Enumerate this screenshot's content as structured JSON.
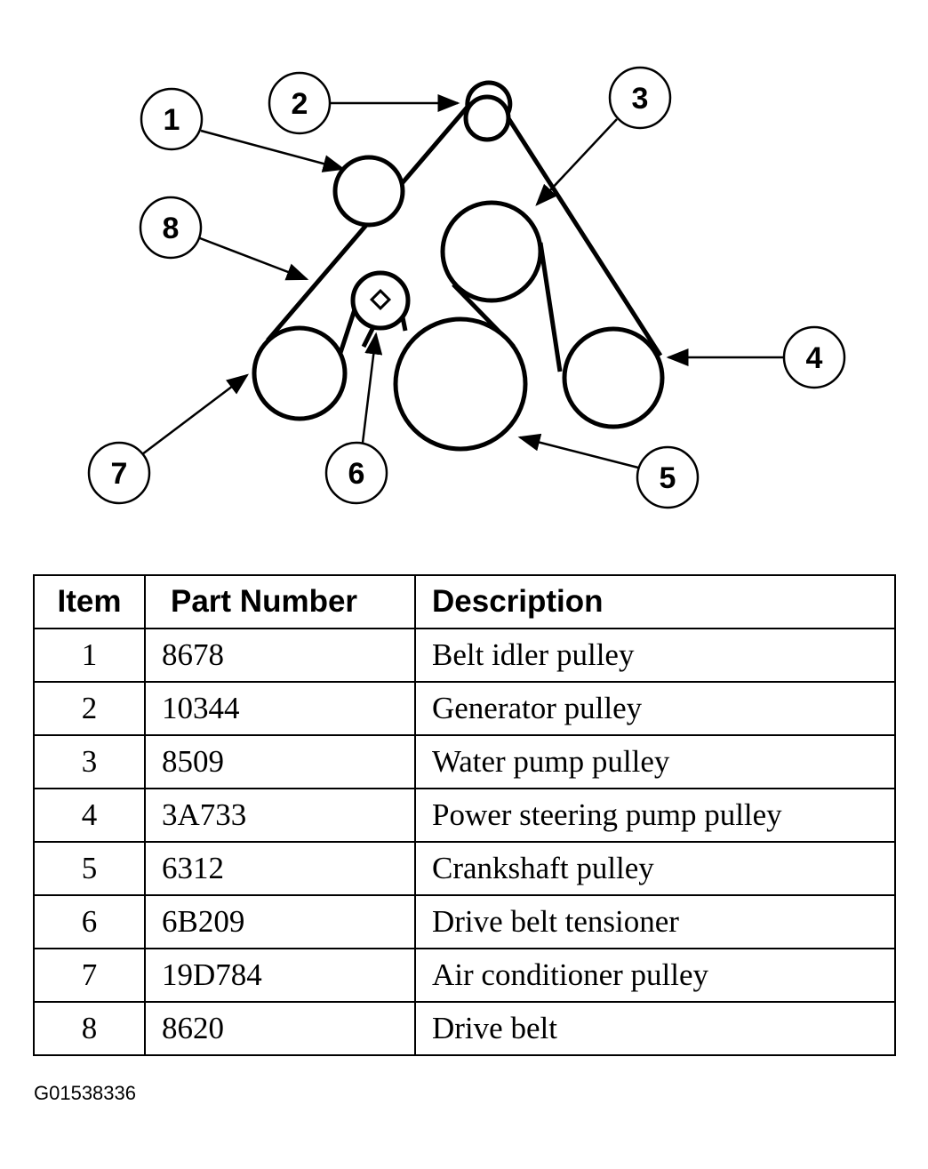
{
  "callouts": [
    "1",
    "2",
    "3",
    "4",
    "5",
    "6",
    "7",
    "8"
  ],
  "table": {
    "headers": {
      "item": "Item",
      "part": "Part Number",
      "desc": "Description"
    },
    "rows": [
      {
        "item": "1",
        "part": "8678",
        "desc": "Belt idler pulley"
      },
      {
        "item": "2",
        "part": "10344",
        "desc": "Generator pulley"
      },
      {
        "item": "3",
        "part": "8509",
        "desc": "Water pump pulley"
      },
      {
        "item": "4",
        "part": "3A733",
        "desc": "Power steering pump pulley"
      },
      {
        "item": "5",
        "part": "6312",
        "desc": "Crankshaft pulley"
      },
      {
        "item": "6",
        "part": "6B209",
        "desc": "Drive belt tensioner"
      },
      {
        "item": "7",
        "part": "19D784",
        "desc": "Air conditioner pulley"
      },
      {
        "item": "8",
        "part": "8620",
        "desc": "Drive belt"
      }
    ]
  },
  "figure_id": "G01538336"
}
